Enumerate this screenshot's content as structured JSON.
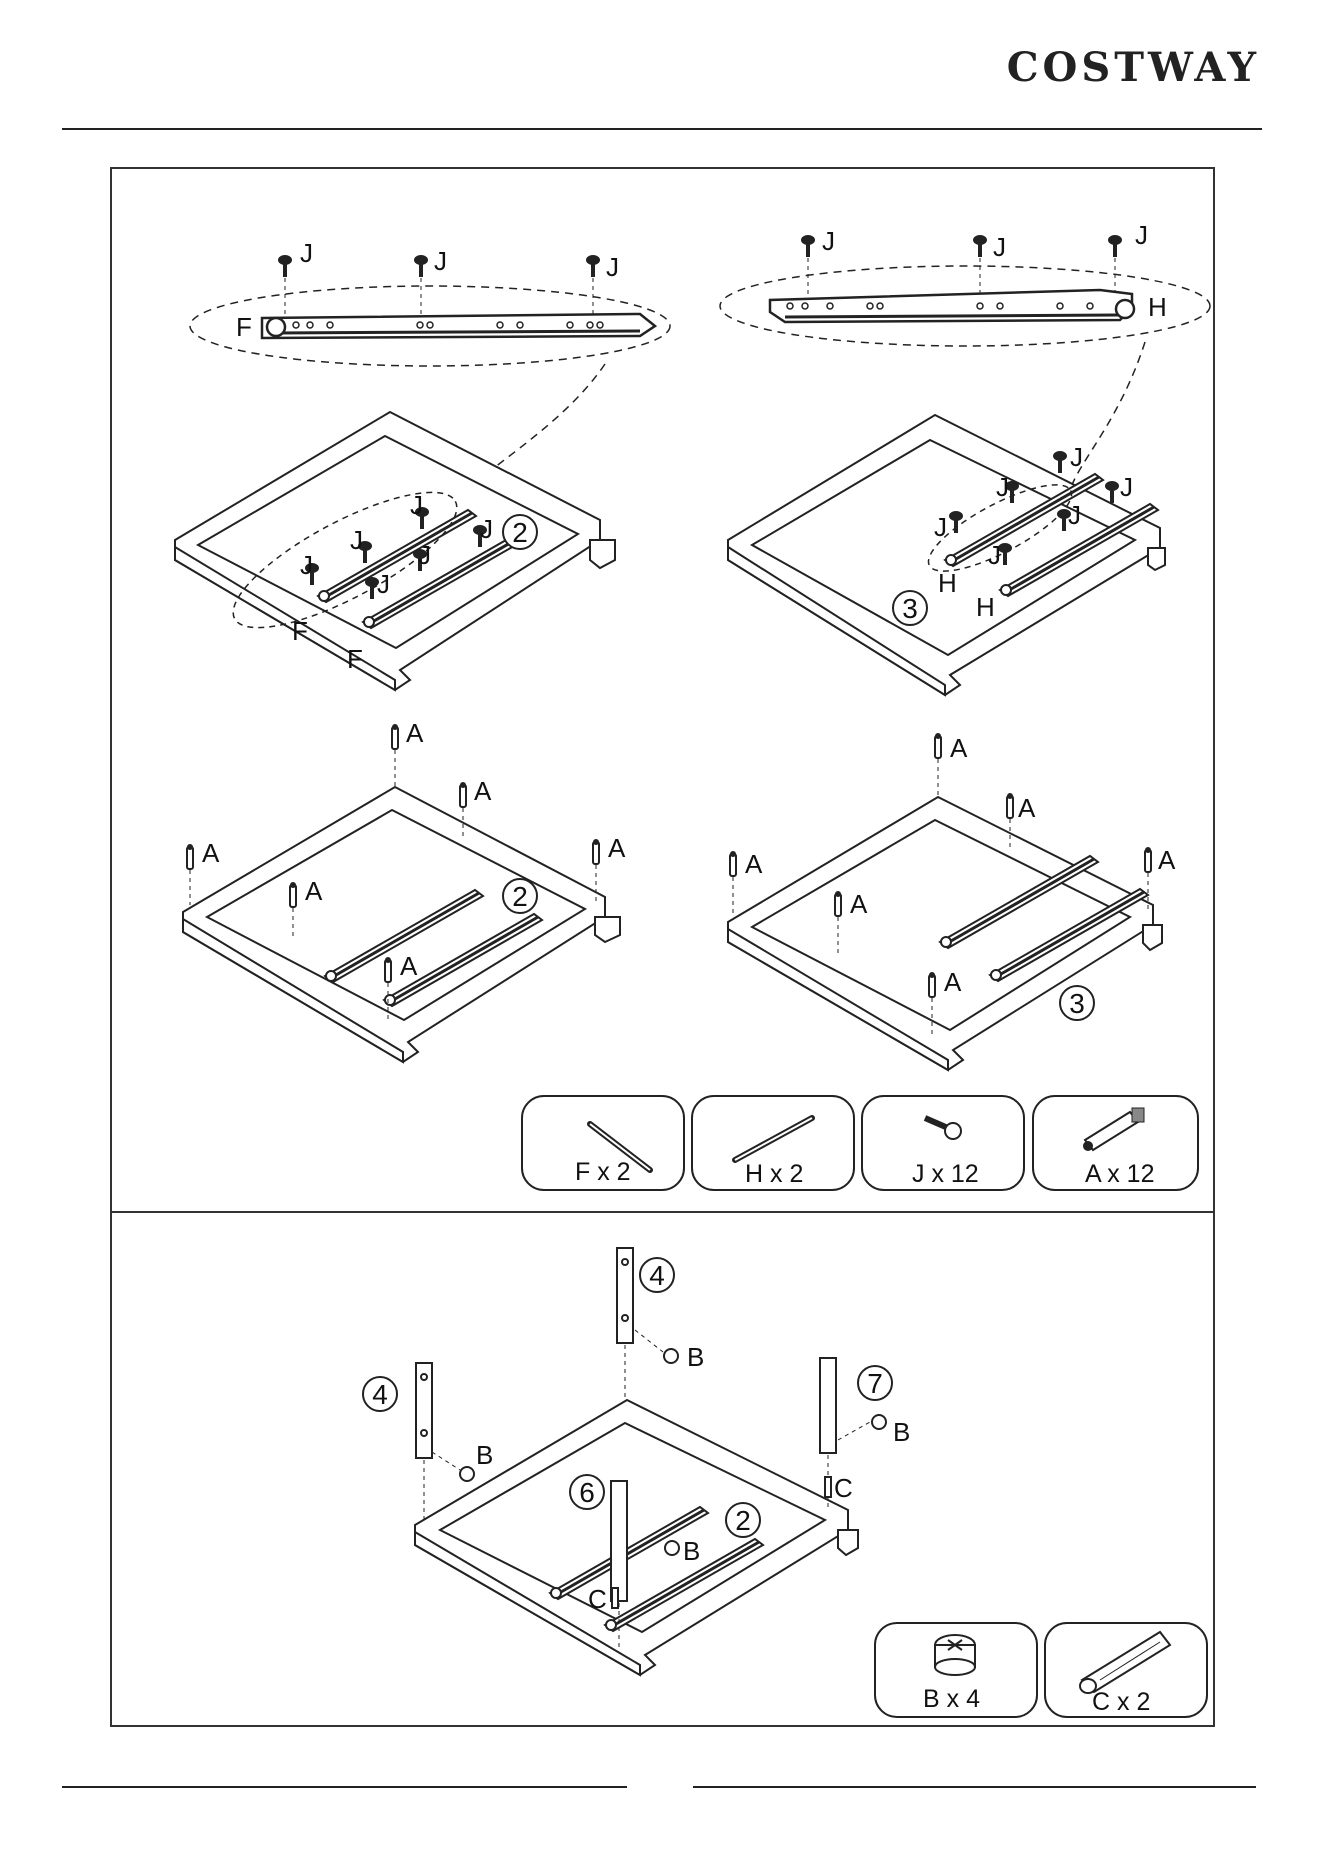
{
  "header": {
    "brand": "COSTWAY"
  },
  "steps": {
    "drawer_left": "2",
    "drawer_right": "3",
    "leg_front": "4",
    "leg_back": "4",
    "leg_right": "7",
    "leg_middle": "6"
  },
  "labels": {
    "A": "A",
    "B": "B",
    "C": "C",
    "F": "F",
    "H": "H",
    "J": "J"
  },
  "hardware_top": [
    {
      "caption": "F x 2",
      "icon": "slide-rail-icon"
    },
    {
      "caption": "H x 2",
      "icon": "slide-rail-icon"
    },
    {
      "caption": "J x 12",
      "icon": "screw-icon"
    },
    {
      "caption": "A x 12",
      "icon": "cam-bolt-icon"
    }
  ],
  "hardware_bottom": [
    {
      "caption": "B x 4",
      "icon": "cam-lock-icon"
    },
    {
      "caption": "C x 2",
      "icon": "wood-dowel-icon"
    }
  ]
}
